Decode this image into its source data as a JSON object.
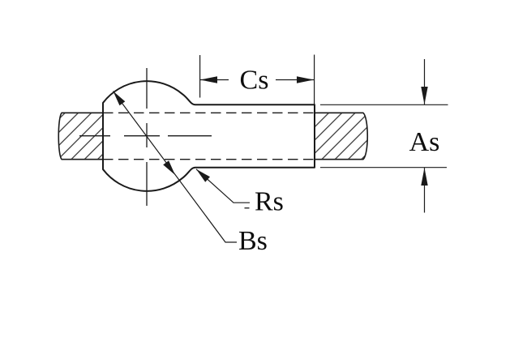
{
  "drawing": {
    "background_color": "#ffffff",
    "line_color": "#1a1a1a",
    "labels": {
      "cs": "Cs",
      "as": "As",
      "rs": "Rs",
      "bs": "Bs"
    }
  }
}
